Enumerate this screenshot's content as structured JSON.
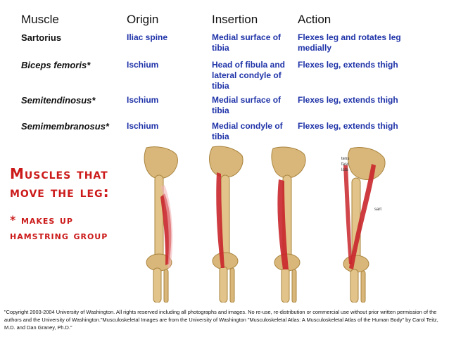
{
  "table": {
    "headers": [
      "Muscle",
      "Origin",
      "Insertion",
      "Action"
    ],
    "rows": [
      {
        "muscle": "Sartorius",
        "origin": "Iliac spine",
        "insertion": "Medial surface of tibia",
        "action": "Flexes leg and rotates leg medially"
      },
      {
        "muscle": "Biceps femoris*",
        "origin": "Ischium",
        "insertion": "Head of fibula and lateral condyle of tibia",
        "action": "Flexes leg, extends thigh"
      },
      {
        "muscle": "Semitendinosus*",
        "origin": "Ischium",
        "insertion": "Medial surface of tibia",
        "action": "Flexes leg, extends thigh"
      },
      {
        "muscle": "Semimembranosus*",
        "origin": "Ischium",
        "insertion": "Medial condyle of tibia",
        "action": "Flexes leg, extends thigh"
      }
    ]
  },
  "caption": {
    "title_line1": "Muscles that",
    "title_line2": "move the leg:",
    "note_line1": "*  makes up",
    "note_line2": "hamstring group"
  },
  "figure_labels": {
    "tensor": "tens",
    "fascia": "fasc",
    "lata": "lata",
    "sart": "sart"
  },
  "copyright": "\"Copyright 2003-2004 University of Washington. All rights reserved including all photographs and images. No re-use, re-distribution or commercial use without prior written permission of the authors and the University of Washington.\"Musculoskeletal Images are from the University of Washington \"Musculoskeletal Atlas: A Musculoskeletal Atlas of the Human Body\" by Carol Teitz, M.D. and Dan Graney, Ph.D.\"",
  "colors": {
    "header_text": "#111111",
    "cell_text": "#1f33a8",
    "title_red": "#cc1a1a",
    "muscle_red": "#c9262b",
    "bone": "#d9b77a"
  }
}
